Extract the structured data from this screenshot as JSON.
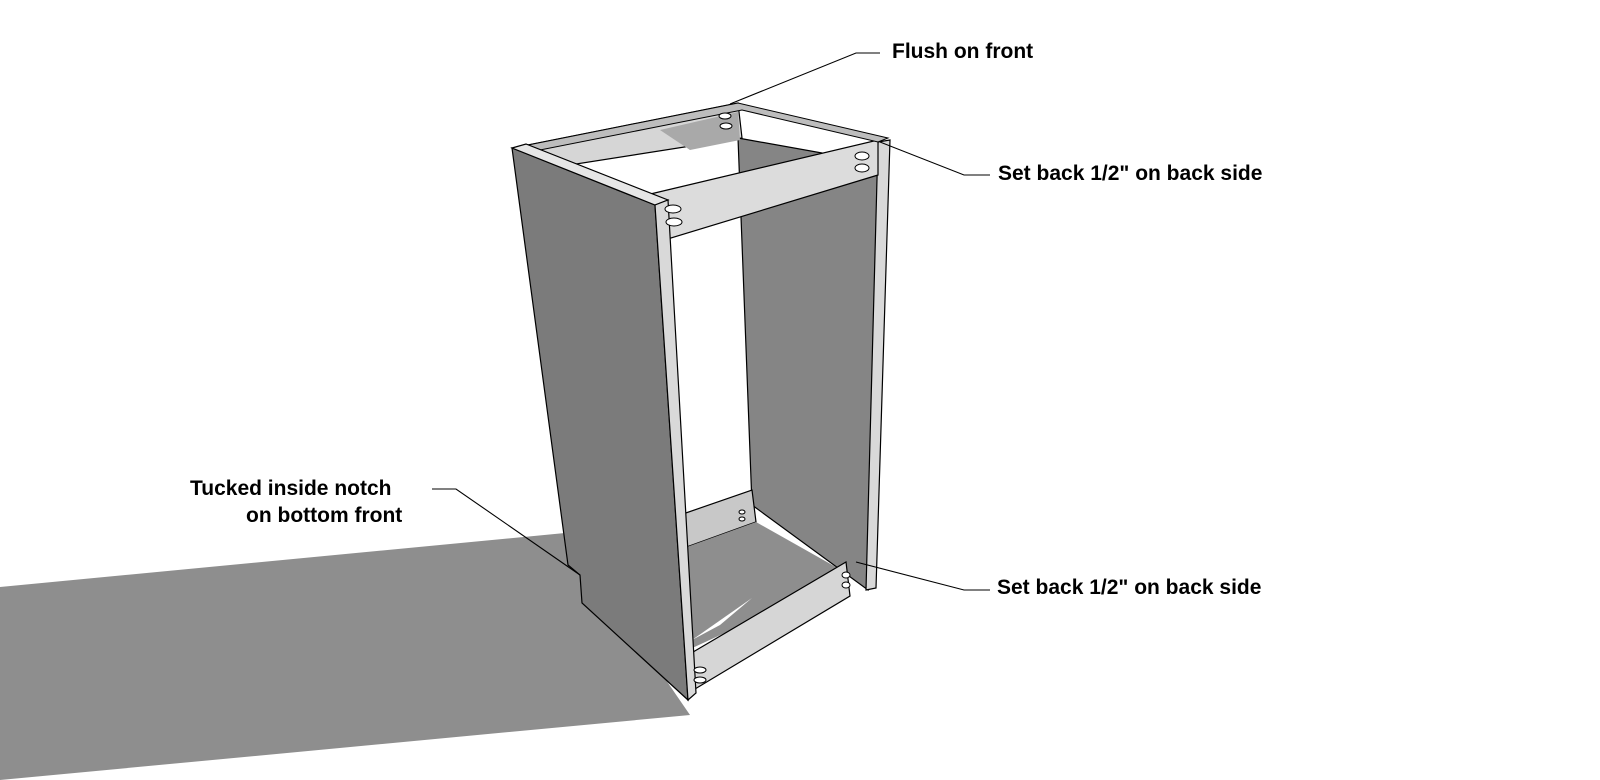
{
  "diagram": {
    "colors": {
      "background": "#ffffff",
      "shadow": "#8e8e8e",
      "side_panel": "#7b7b7b",
      "right_panel": "#858585",
      "rail": "#d6d6d6",
      "rail_dark": "#bdbdbd",
      "edge": "#e6e6e6",
      "line": "#000000"
    },
    "callouts": {
      "flush_front": "Flush on front",
      "set_back_top": "Set back 1/2\" on back side",
      "set_back_bottom": "Set back 1/2\" on back side",
      "tucked_line1": "Tucked inside notch",
      "tucked_line2": "on bottom front"
    }
  }
}
